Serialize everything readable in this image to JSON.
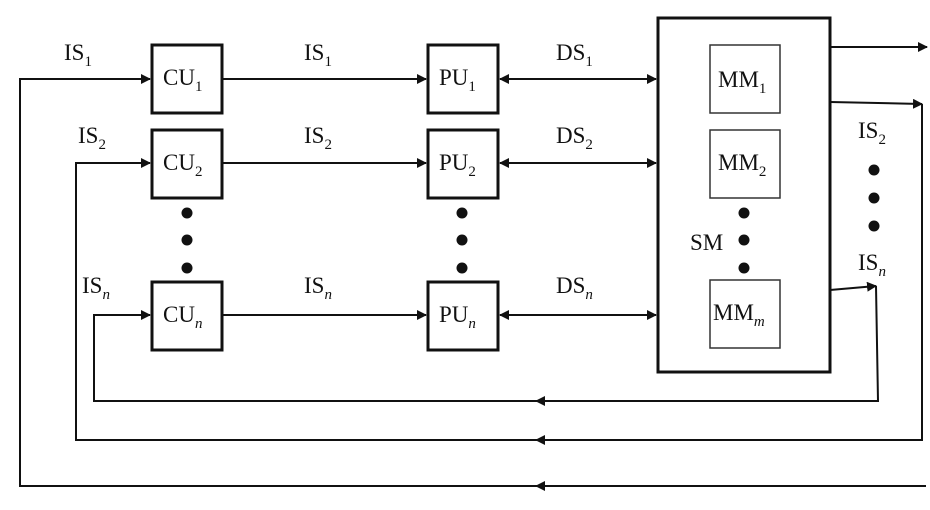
{
  "diagram": {
    "control_units": [
      {
        "base": "CU",
        "sub": "1"
      },
      {
        "base": "CU",
        "sub": "2"
      },
      {
        "base": "CU",
        "sub": "n"
      }
    ],
    "processing_units": [
      {
        "base": "PU",
        "sub": "1"
      },
      {
        "base": "PU",
        "sub": "2"
      },
      {
        "base": "PU",
        "sub": "n"
      }
    ],
    "memory_modules": [
      {
        "base": "MM",
        "sub": "1"
      },
      {
        "base": "MM",
        "sub": "2"
      },
      {
        "base": "MM",
        "sub": "m"
      }
    ],
    "shared_memory_label": "SM",
    "instruction_streams_in": [
      {
        "base": "IS",
        "sub": "1"
      },
      {
        "base": "IS",
        "sub": "2"
      },
      {
        "base": "IS",
        "sub": "n"
      }
    ],
    "instruction_streams_mid": [
      {
        "base": "IS",
        "sub": "1"
      },
      {
        "base": "IS",
        "sub": "2"
      },
      {
        "base": "IS",
        "sub": "n"
      }
    ],
    "data_streams": [
      {
        "base": "DS",
        "sub": "1"
      },
      {
        "base": "DS",
        "sub": "2"
      },
      {
        "base": "DS",
        "sub": "n"
      }
    ],
    "instruction_streams_right": [
      {
        "base": "IS",
        "sub": "2"
      },
      {
        "base": "IS",
        "sub": "n"
      }
    ]
  }
}
